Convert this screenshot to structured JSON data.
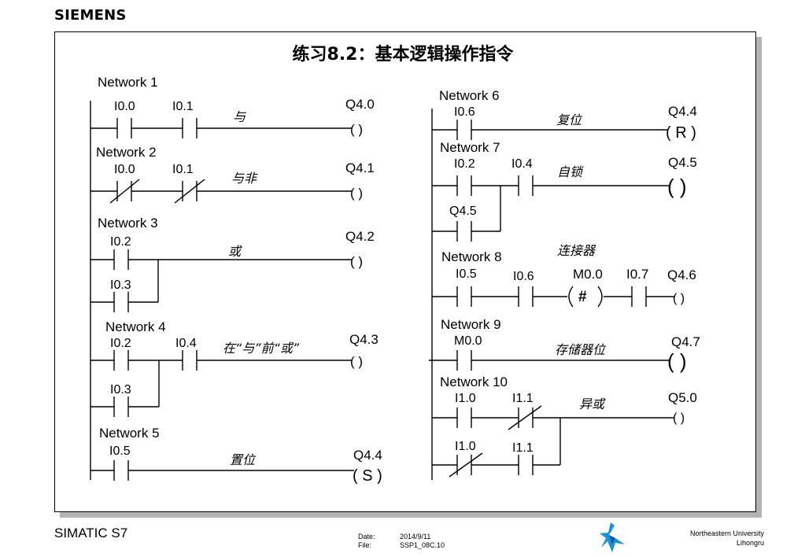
{
  "header": {
    "brand": "SIEMENS"
  },
  "title": "练习8.2：基本逻辑操作指令",
  "networks": [
    {
      "name": "Network 1",
      "contacts": [
        "I0.0",
        "I0.1"
      ],
      "function": "与",
      "coil": "Q4.0",
      "coil_symbol": "( )"
    },
    {
      "name": "Network 2",
      "contacts": [
        "I0.0",
        "I0.1"
      ],
      "function": "与非",
      "coil": "Q4.1",
      "coil_symbol": "( )"
    },
    {
      "name": "Network 3",
      "contacts": [
        "I0.2",
        "I0.3"
      ],
      "function": "或",
      "coil": "Q4.2",
      "coil_symbol": "( )"
    },
    {
      "name": "Network 4",
      "contacts": [
        "I0.2",
        "I0.4",
        "I0.3"
      ],
      "function": "在“与”前“或”",
      "coil": "Q4.3",
      "coil_symbol": "( )"
    },
    {
      "name": "Network 5",
      "contacts": [
        "I0.5"
      ],
      "function": "置位",
      "coil": "Q4.4",
      "coil_symbol": "( S )"
    },
    {
      "name": "Network 6",
      "contacts": [
        "I0.6"
      ],
      "function": "复位",
      "coil": "Q4.4",
      "coil_symbol": "( R )"
    },
    {
      "name": "Network 7",
      "contacts": [
        "I0.2",
        "I0.4",
        "Q4.5"
      ],
      "function": "自锁",
      "coil": "Q4.5",
      "coil_symbol": "( )"
    },
    {
      "name": "Network 8",
      "contacts": [
        "I0.5",
        "I0.6",
        "M0.0",
        "I0.7"
      ],
      "function": "连接器",
      "coil": "Q4.6",
      "coil_symbol": "( )",
      "connector_symbol": "#"
    },
    {
      "name": "Network 9",
      "contacts": [
        "M0.0"
      ],
      "function": "存储器位",
      "coil": "Q4.7",
      "coil_symbol": "( )"
    },
    {
      "name": "Network 10",
      "contacts": [
        "I1.0",
        "I1.1",
        "I1.0",
        "I1.1"
      ],
      "function": "异或",
      "coil": "Q5.0",
      "coil_symbol": "( )"
    }
  ],
  "footer": {
    "product": "SIMATIC S7",
    "date_label": "Date:",
    "date_value": "2014/9/11",
    "file_label": "File:",
    "file_value": "SSP1_08C.10",
    "org": "Northeastern University",
    "author": "Lihongru"
  }
}
